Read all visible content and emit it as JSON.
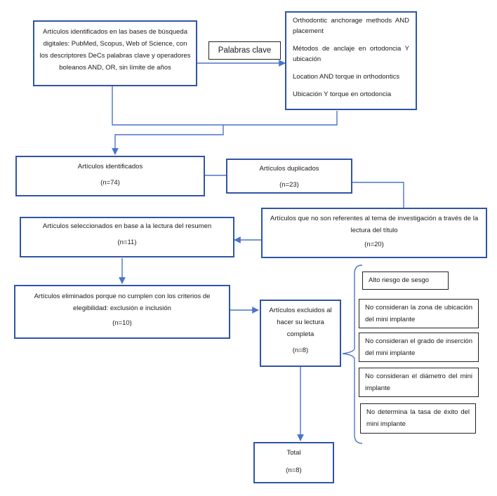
{
  "search": {
    "text": "Artículos identificados en las bases de búsqueda digitales: PubMed, Scopus, Web of Science, con los descriptores DeCs palabras clave y operadores boleanos AND, OR, sin límite de años"
  },
  "keywords_label": "Palabras clave",
  "keywords": [
    "Orthodontic anchorage methods AND placement",
    "Métodos de anclaje en ortodoncia Y ubicación",
    "Location AND torque in orthodontics",
    "Ubicación Y torque en ortodoncia"
  ],
  "identified": {
    "label": "Artículos identificados",
    "count": "(n=74)"
  },
  "duplicated": {
    "label": "Artículos duplicados",
    "count": "(n=23)"
  },
  "not_relevant": {
    "label": "Artículos que no son referentes al tema de investigación a través de la lectura del título",
    "count": "(n=20)"
  },
  "selected": {
    "label": "Artículos seleccionados en base a la lectura del resumen",
    "count": "(n=11)"
  },
  "eliminated": {
    "label": "Artículos eliminados porque no cumplen con los criterios de elegibilidad: exclusión e inclusión",
    "count": "(n=10)"
  },
  "excluded": {
    "label": "Artículos excluidos al hacer su lectura completa",
    "count": "(n=8)"
  },
  "reasons": [
    "Alto riesgo de sesgo",
    "No consideran la zona de ubicación del mini implante",
    "No consideran el grado de inserción del mini implante",
    "No consideran el diámetro del mini implante",
    "No determina la tasa de éxito del mini implante"
  ],
  "total": {
    "label": "Total",
    "count": "(n=8)"
  },
  "colors": {
    "box_border": "#2f55a4",
    "connector": "#4a74c9",
    "reason_border": "#222222"
  }
}
